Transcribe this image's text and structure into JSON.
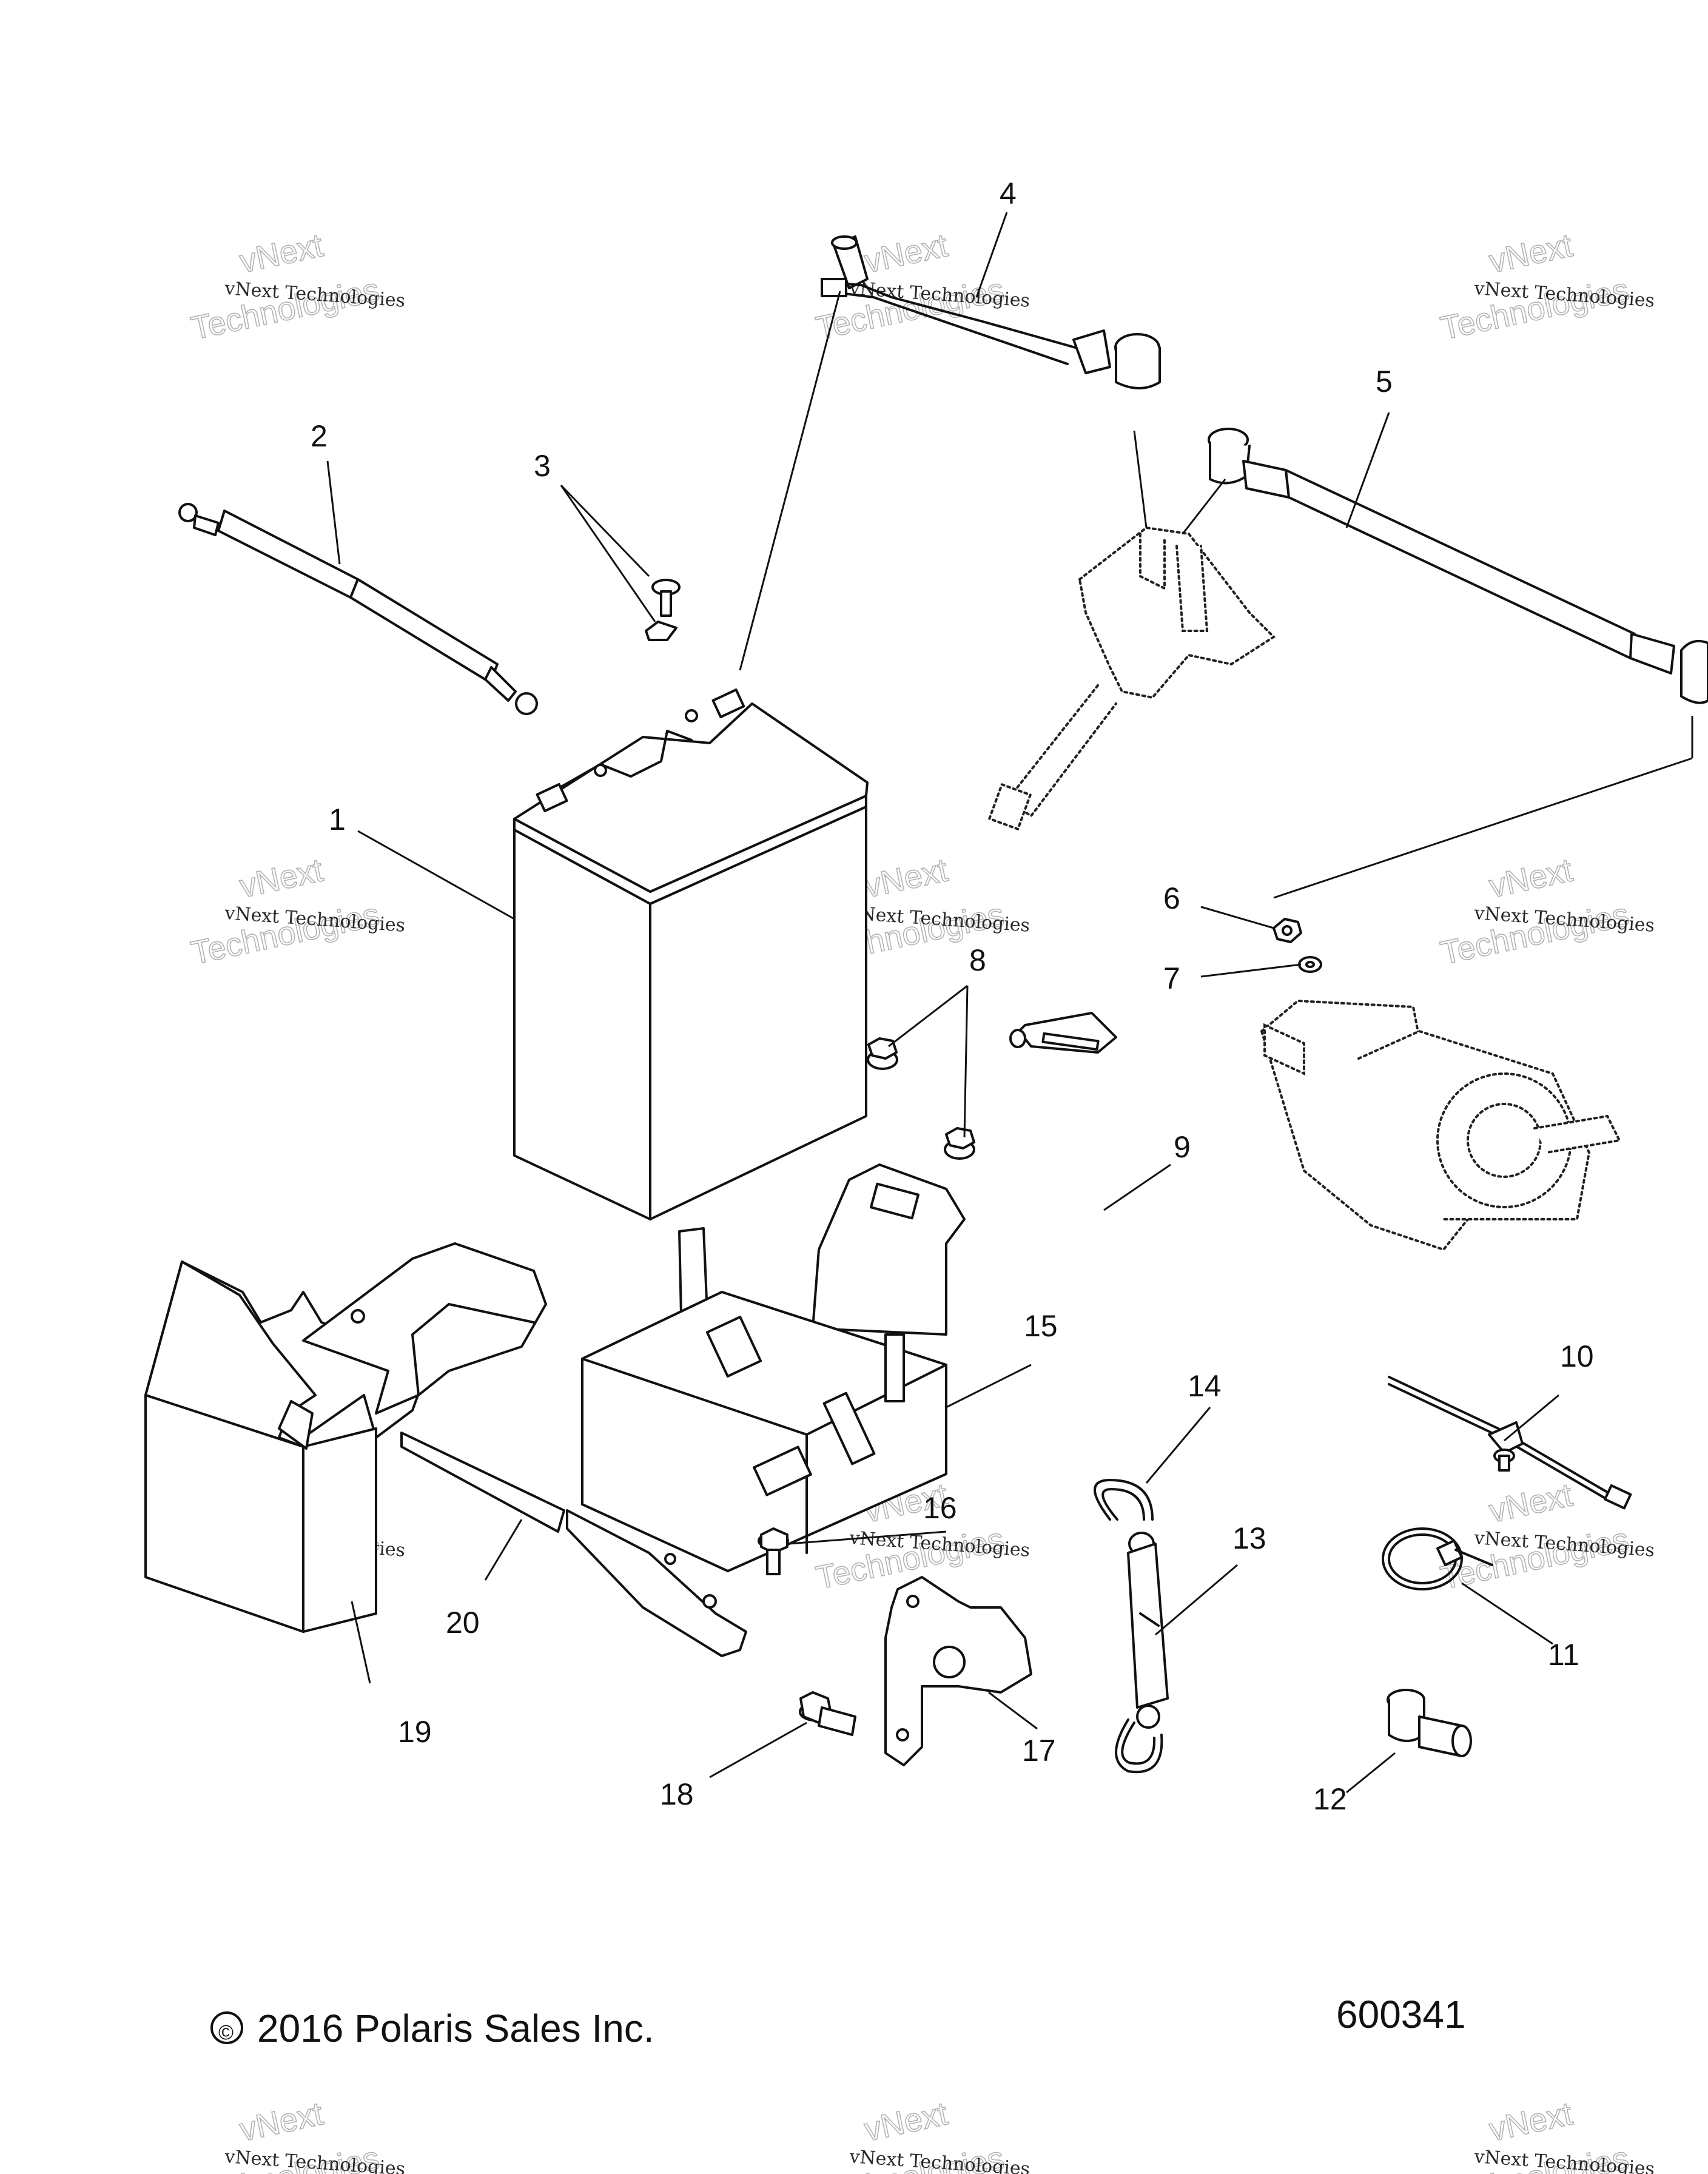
{
  "callouts": [
    "1",
    "2",
    "3",
    "4",
    "5",
    "6",
    "7",
    "8",
    "9",
    "10",
    "11",
    "12",
    "13",
    "14",
    "15",
    "16",
    "17",
    "18",
    "19",
    "20"
  ],
  "watermark": {
    "line1": "vNext Technologies",
    "line2": "vNext",
    "line3": "Technologies"
  },
  "footer": {
    "copyright": "2016 Polaris Sales Inc.",
    "copyright_symbol": "©",
    "diagram_number": "600341"
  }
}
